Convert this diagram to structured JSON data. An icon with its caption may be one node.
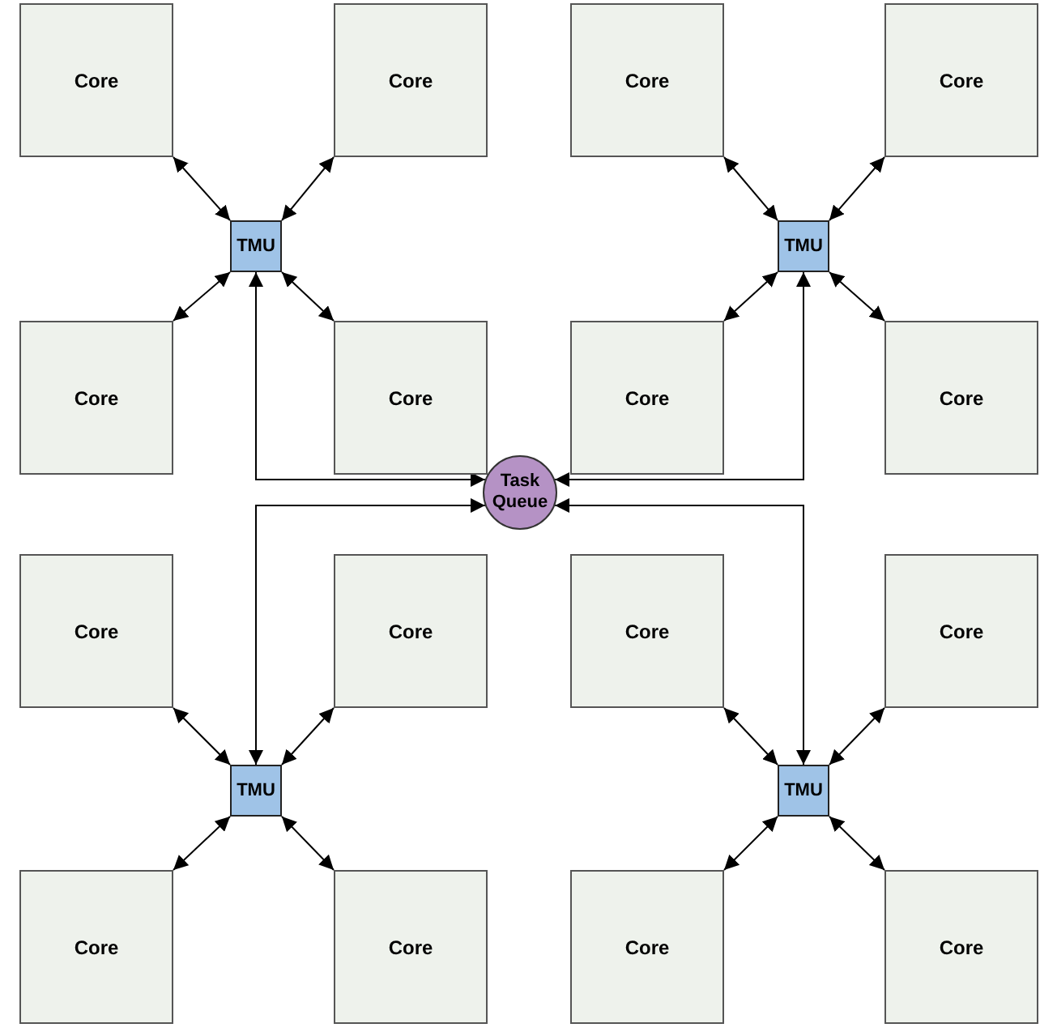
{
  "diagram": {
    "nodes": [
      {
        "text": [
          "Core"
        ]
      },
      {
        "text": [
          "Core"
        ]
      },
      {
        "text": [
          "Core"
        ]
      },
      {
        "text": [
          "Core"
        ]
      },
      {
        "text": [
          "TMU"
        ]
      },
      {
        "text": [
          "TMU"
        ]
      },
      {
        "text": [
          "Core"
        ]
      },
      {
        "text": [
          "Core"
        ]
      },
      {
        "text": [
          "Core"
        ]
      },
      {
        "text": [
          "Core"
        ]
      },
      {
        "text": [
          "Task Queue"
        ]
      },
      {
        "text": [
          "Core"
        ]
      },
      {
        "text": [
          "Core"
        ]
      },
      {
        "text": [
          "Core"
        ]
      },
      {
        "text": [
          "Core"
        ]
      },
      {
        "text": [
          "TMU"
        ]
      },
      {
        "text": [
          "TMU"
        ]
      },
      {
        "text": [
          "Core"
        ]
      },
      {
        "text": [
          "Core"
        ]
      },
      {
        "text": [
          "Core"
        ]
      },
      {
        "text": [
          "Core"
        ]
      }
    ],
    "edges": [
      {
        "from": 4,
        "to": 0,
        "arrow": "both"
      },
      {
        "from": 4,
        "to": 1,
        "arrow": "both"
      },
      {
        "from": 4,
        "to": 6,
        "arrow": "both"
      },
      {
        "from": 4,
        "to": 7,
        "arrow": "both"
      },
      {
        "from": 5,
        "to": 2,
        "arrow": "both"
      },
      {
        "from": 5,
        "to": 3,
        "arrow": "both"
      },
      {
        "from": 5,
        "to": 8,
        "arrow": "both"
      },
      {
        "from": 5,
        "to": 9,
        "arrow": "both"
      },
      {
        "from": 15,
        "to": 11,
        "arrow": "both"
      },
      {
        "from": 15,
        "to": 12,
        "arrow": "both"
      },
      {
        "from": 15,
        "to": 17,
        "arrow": "both"
      },
      {
        "from": 15,
        "to": 18,
        "arrow": "both"
      },
      {
        "from": 16,
        "to": 13,
        "arrow": "both"
      },
      {
        "from": 16,
        "to": 14,
        "arrow": "both"
      },
      {
        "from": 16,
        "to": 19,
        "arrow": "both"
      },
      {
        "from": 16,
        "to": 20,
        "arrow": "both"
      },
      {
        "from": 4,
        "to": 10,
        "arrow": "both"
      },
      {
        "from": 5,
        "to": 10,
        "arrow": "both"
      },
      {
        "from": 15,
        "to": 10,
        "arrow": "both"
      },
      {
        "from": 16,
        "to": 10,
        "arrow": "both"
      }
    ]
  }
}
